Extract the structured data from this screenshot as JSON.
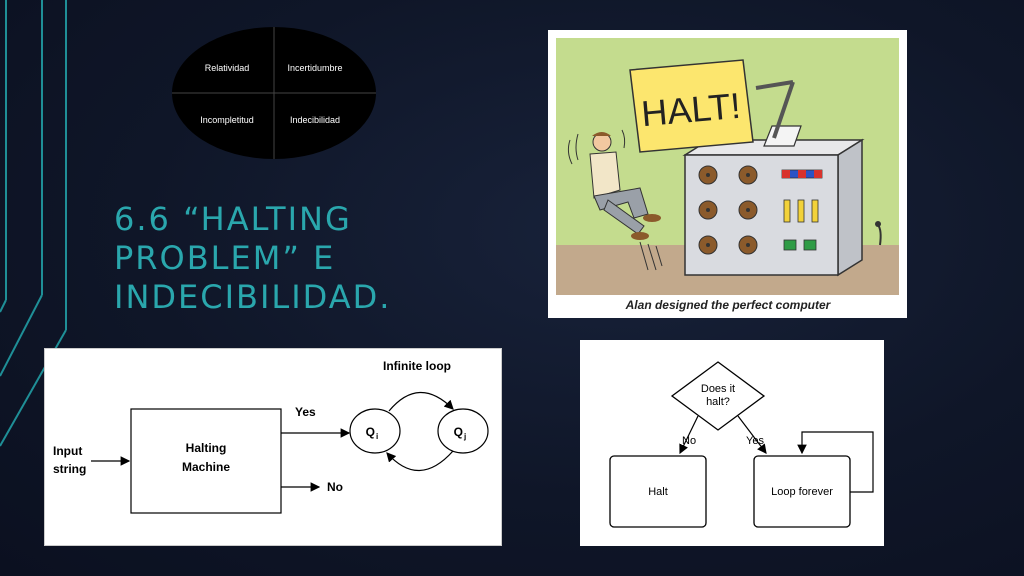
{
  "ellipse": {
    "top_left": "Relatividad",
    "top_right": "Incertidumbre",
    "bottom_left": "Incompletitud",
    "bottom_right": "Indecibilidad"
  },
  "title": {
    "line1": "6.6 “HALTING",
    "line2": "PROBLEM” E",
    "line3": "INDECIBILIDAD."
  },
  "cartoon": {
    "sign": "HALT!",
    "caption": "Alan designed the perfect computer"
  },
  "turing": {
    "input_line1": "Input",
    "input_line2": "string",
    "machine_line1": "Halting",
    "machine_line2": "Machine",
    "yes": "Yes",
    "no": "No",
    "infinite_loop": "Infinite loop",
    "qi": "Q",
    "qi_sub": "i",
    "qj": "Q",
    "qj_sub": "j"
  },
  "flow": {
    "question_line1": "Does it",
    "question_line2": "halt?",
    "no": "No",
    "yes": "Yes",
    "halt": "Halt",
    "loop": "Loop forever"
  },
  "colors": {
    "accent": "#2aa7ad",
    "background": "#0f1628"
  }
}
